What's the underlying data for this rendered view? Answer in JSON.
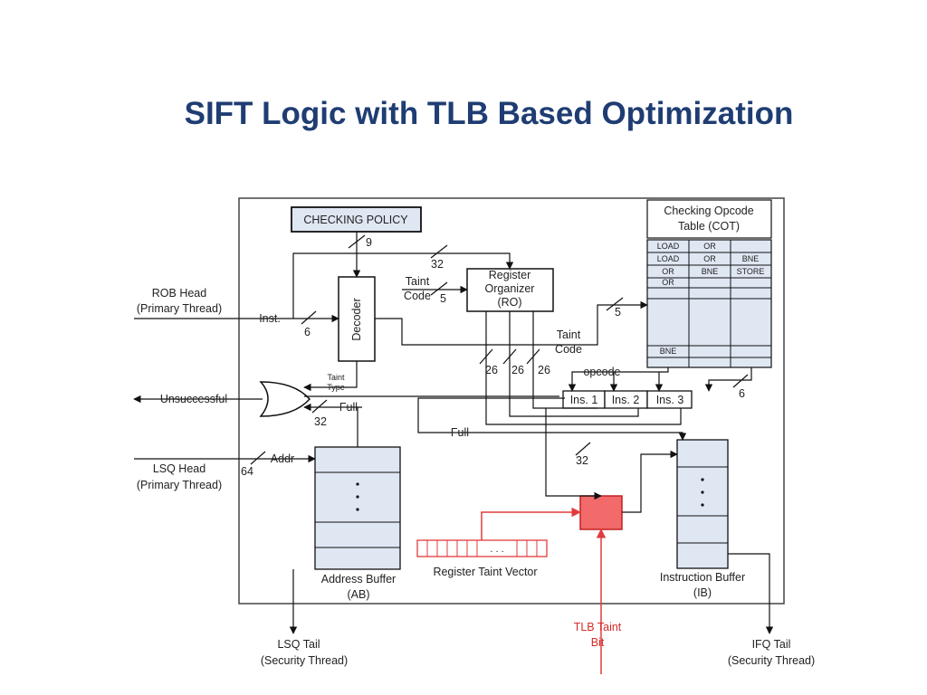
{
  "slide": {
    "title": "SIFT Logic with TLB Based Optimization"
  },
  "colors": {
    "title": "#1f3d73",
    "block_fill": "#dfe7f3",
    "taint": "#e23b3b",
    "taint_fill": "#f26a6a"
  },
  "diagram": {
    "checking_policy": "CHECKING POLICY",
    "decoder": "Decoder",
    "register_organizer": [
      "Register",
      "Organizer",
      "(RO)"
    ],
    "cot_title": [
      "Checking Opcode",
      "Table (COT)"
    ],
    "cot_rows": [
      [
        "LOAD",
        "OR",
        ""
      ],
      [
        "LOAD",
        "OR",
        "BNE"
      ],
      [
        "OR",
        "BNE",
        "STORE"
      ],
      [
        "OR",
        "",
        ""
      ],
      [
        "BNE",
        "",
        ""
      ]
    ],
    "instructions": [
      "Ins. 1",
      "Ins. 2",
      "Ins. 3"
    ],
    "address_buffer": [
      "Address Buffer",
      "(AB)"
    ],
    "instruction_buffer": [
      "Instruction Buffer",
      "(IB)"
    ],
    "register_taint_vector": "Register Taint Vector",
    "rtv_dots": ". . .",
    "buffer_dots": ":",
    "tlb_taint_bit": [
      "TLB Taint",
      "Bit"
    ],
    "rob_head": [
      "ROB Head",
      "(Primary Thread)"
    ],
    "lsq_head": [
      "LSQ Head",
      "(Primary Thread)"
    ],
    "lsq_tail": [
      "LSQ Tail",
      "(Security Thread)"
    ],
    "ifq_tail": [
      "IFQ Tail",
      "(Security Thread)"
    ],
    "signals": {
      "inst": "Inst.",
      "unsuccessful": "Unsuccessful",
      "full": "Full",
      "addr": "Addr",
      "opcode": "opcode",
      "taint_code": [
        "Taint",
        "Code"
      ],
      "taint_type": [
        "Taint",
        "Type"
      ]
    },
    "bus_widths": {
      "policy": "9",
      "inst": "6",
      "reg_bus": "32",
      "taint_code_in": "5",
      "taint_code_out": "5",
      "ro_a": "26",
      "ro_b": "26",
      "ro_c": "26",
      "cot_out": "6",
      "or_in": "32",
      "addr": "64",
      "tlb_in": "32"
    }
  }
}
